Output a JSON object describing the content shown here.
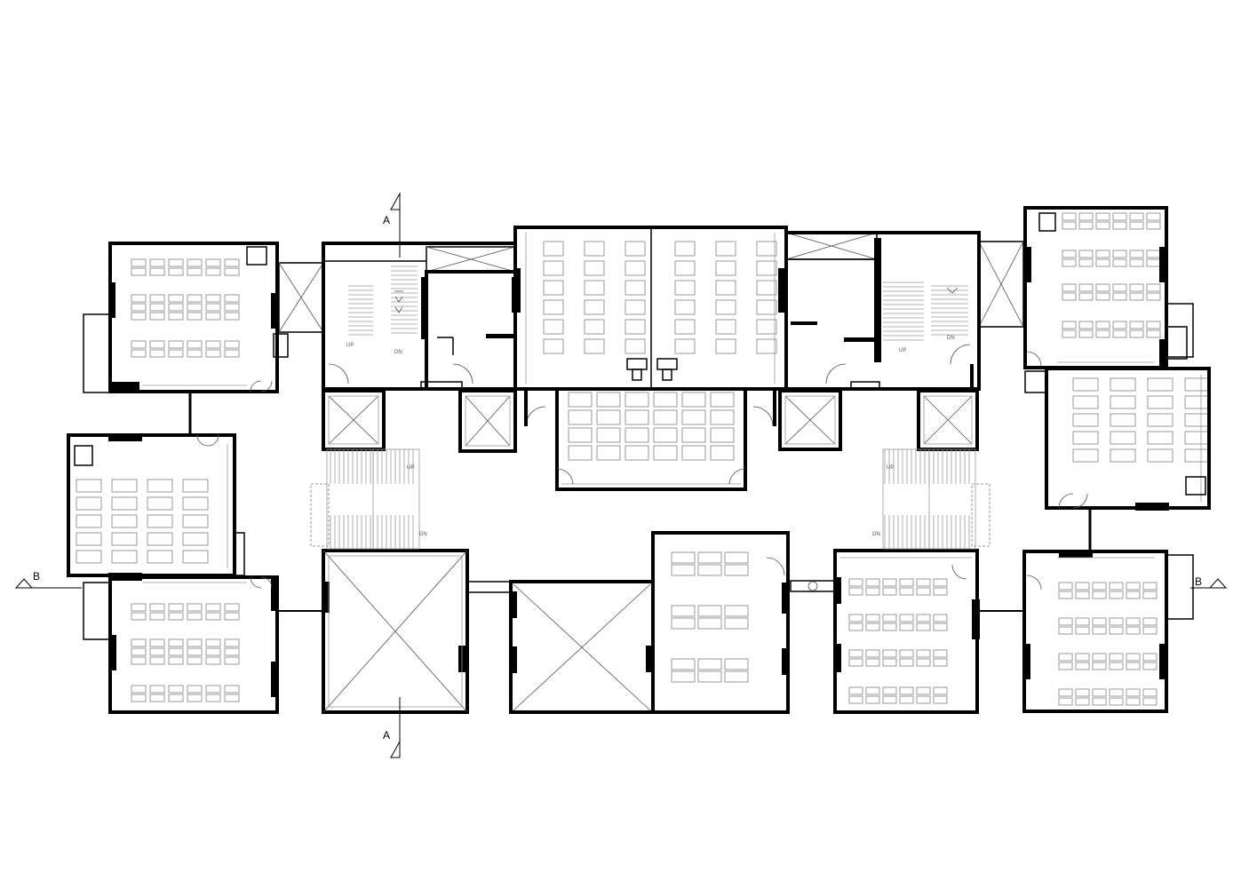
{
  "section_marks": {
    "a_top": "A",
    "a_bottom": "A",
    "b_left": "B",
    "b_right": "B"
  },
  "stair_labels": {
    "up": "UP",
    "dn": "DN"
  },
  "colors": {
    "wall": "#000000",
    "furniture": "#9a9a9a",
    "background": "#ffffff"
  },
  "icons": [
    "north-arrow-icon",
    "section-marker-icon",
    "door-swing-icon",
    "void-cross-icon"
  ]
}
